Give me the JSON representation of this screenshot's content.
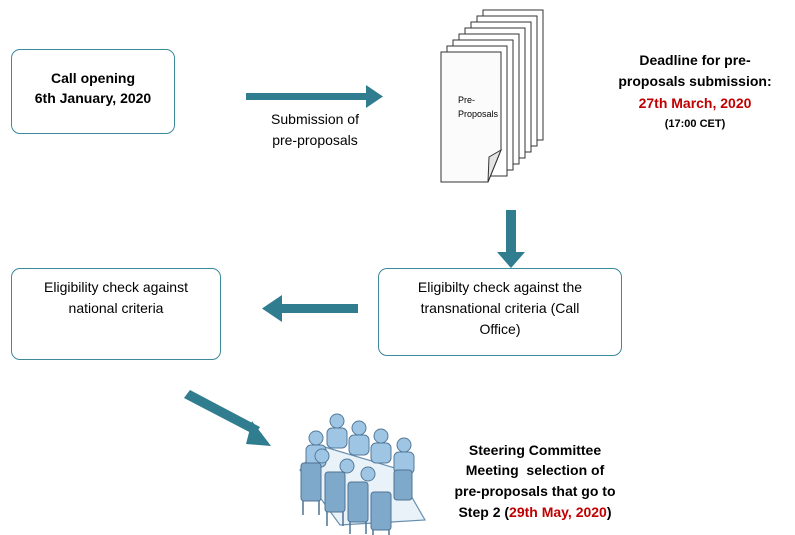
{
  "colors": {
    "accent": "#3d8a9a",
    "arrow": "#2f7d8e",
    "highlight": "#c00000"
  },
  "call_box": {
    "line1": "Call opening",
    "line2": "6th January, 2020"
  },
  "submission_label": {
    "line1": "Submission of",
    "line2": "pre-proposals"
  },
  "stack_label": {
    "line1": "Pre-",
    "line2": "Proposals"
  },
  "deadline": {
    "line1": "Deadline for pre-",
    "line2": "proposals submission:",
    "date": "27th March, 2020",
    "time": "(17:00 CET)"
  },
  "transnational_box": {
    "line1": "Eligibilty check against the",
    "line2": "transnational criteria (Call",
    "line3": "Office)"
  },
  "national_box": {
    "line1": "Eligibility check against",
    "line2": "national criteria"
  },
  "steering": {
    "line1": "Steering Committee",
    "line2": "Meeting  selection of",
    "line3": "pre-proposals that go to",
    "line4_prefix": "Step 2 (",
    "line4_date": "29th May, 2020",
    "line4_suffix": ")"
  },
  "icons": {
    "document_stack": "document-stack-icon",
    "meeting": "meeting-icon"
  }
}
